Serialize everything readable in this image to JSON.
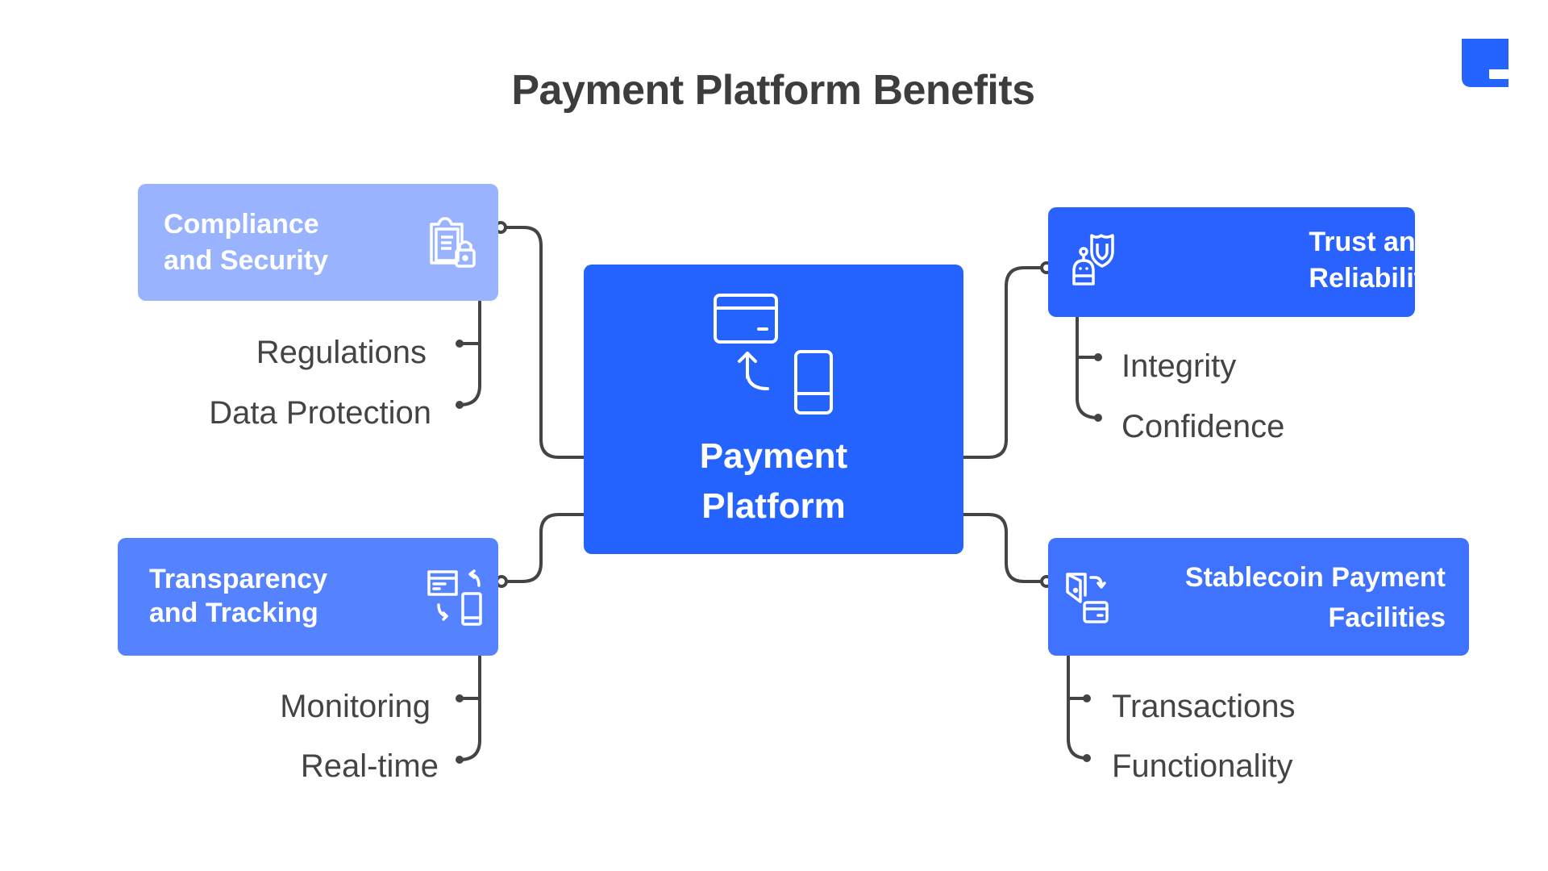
{
  "title": "Payment Platform Benefits",
  "colors": {
    "center": "#2563ff",
    "compliance": "#99b3ff",
    "transparency": "#5583ff",
    "trust": "#2962ff",
    "stablecoin": "#3f73ff",
    "connector": "#444444",
    "text": "#3d3d3d"
  },
  "center": {
    "line1": "Payment",
    "line2": "Platform",
    "icon": "card-phone-transfer-icon"
  },
  "branches": {
    "compliance": {
      "line1": "Compliance",
      "line2": "and Security",
      "icon": "clipboard-lock-icon",
      "items": [
        "Regulations",
        "Data Protection"
      ]
    },
    "transparency": {
      "line1": "Transparency",
      "line2": "and Tracking",
      "icon": "monitor-phone-sync-icon",
      "items": [
        "Monitoring",
        "Real-time"
      ]
    },
    "trust": {
      "line1": "Trust and",
      "line2": "Reliability",
      "icon": "robot-shield-icon",
      "items": [
        "Integrity",
        "Confidence"
      ]
    },
    "stablecoin": {
      "line1": "Stablecoin Payment",
      "line2": "Facilities",
      "icon": "wallet-card-exchange-icon",
      "items": [
        "Transactions",
        "Functionality"
      ]
    }
  }
}
